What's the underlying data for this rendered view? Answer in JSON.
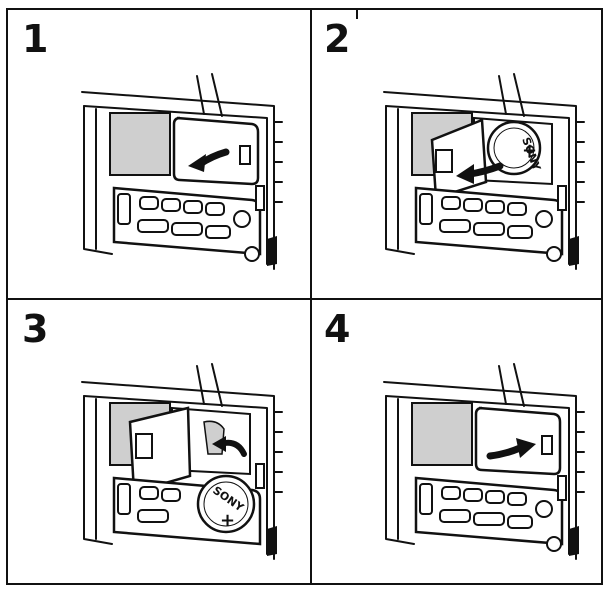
{
  "steps": [
    {
      "number": "1",
      "action": "open-lid"
    },
    {
      "number": "2",
      "action": "insert-battery",
      "battery_text": "SONY"
    },
    {
      "number": "3",
      "action": "push-battery",
      "battery_text": "SONY"
    },
    {
      "number": "4",
      "action": "close-lid"
    }
  ],
  "colors": {
    "ink": "#111111",
    "paper": "#ffffff",
    "shade": "#cfcfcf"
  }
}
